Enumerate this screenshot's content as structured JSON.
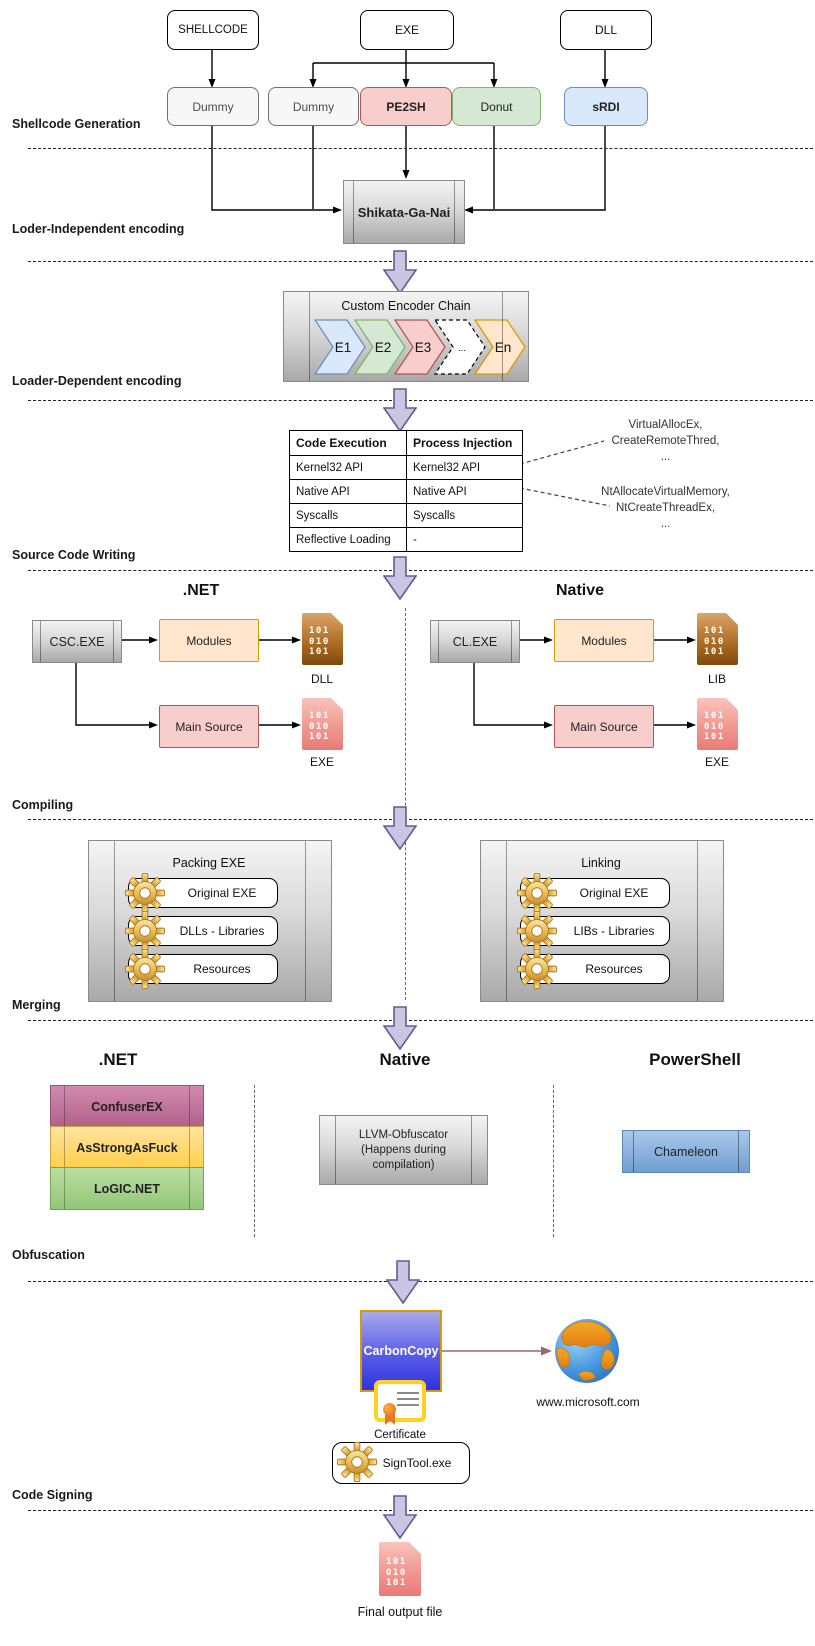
{
  "diagram": {
    "stage_labels": {
      "shellcode_generation": "Shellcode Generation",
      "loader_independent": "Loder-Independent encoding",
      "loader_dependent": "Loader-Dependent encoding",
      "source_code_writing": "Source Code Writing",
      "compiling": "Compiling",
      "merging": "Merging",
      "obfuscation": "Obfuscation",
      "code_signing": "Code Signing"
    },
    "inputs": {
      "shellcode": "SHELLCODE",
      "exe": "EXE",
      "dll": "DLL"
    },
    "shellcode_tools": {
      "dummy_shellcode": "Dummy",
      "dummy_exe": "Dummy",
      "pe2sh": "PE2SH",
      "donut": "Donut",
      "srdi": "sRDI"
    },
    "independent_encoder": "Shikata-Ga-Nai",
    "encoder_chain": {
      "title": "Custom Encoder Chain",
      "stages": [
        "E1",
        "E2",
        "E3",
        "...",
        "En"
      ]
    },
    "technique_table": {
      "headers": [
        "Code Execution",
        "Process Injection"
      ],
      "rows": [
        [
          "Kernel32 API",
          "Kernel32 API"
        ],
        [
          "Native API",
          "Native API"
        ],
        [
          "Syscalls",
          "Syscalls"
        ],
        [
          "Reflective Loading",
          "-"
        ]
      ]
    },
    "api_notes": {
      "kernel32": {
        "line1": "VirtualAllocEx,",
        "line2": "CreateRemoteThred,",
        "line3": "..."
      },
      "native": {
        "line1": "NtAllocateVirtualMemory,",
        "line2": "NtCreateThreadEx,",
        "line3": "..."
      }
    },
    "source_writing": {
      "dotnet": {
        "heading": ".NET",
        "compiler": "CSC.EXE",
        "modules": "Modules",
        "modules_output": "DLL",
        "main_source": "Main Source",
        "main_output": "EXE"
      },
      "native": {
        "heading": "Native",
        "compiler": "CL.EXE",
        "modules": "Modules",
        "modules_output": "LIB",
        "main_source": "Main Source",
        "main_output": "EXE"
      }
    },
    "binary_glyph": {
      "line1": "101",
      "line2": "010",
      "line3": "101"
    },
    "merge": {
      "packing": {
        "title": "Packing EXE",
        "items": [
          "Original EXE",
          "DLLs - Libraries",
          "Resources"
        ]
      },
      "linking": {
        "title": "Linking",
        "items": [
          "Original EXE",
          "LIBs - Libraries",
          "Resources"
        ]
      }
    },
    "obfuscators": {
      "dotnet": {
        "heading": ".NET",
        "tools": [
          "ConfuserEX",
          "AsStrongAsFuck",
          "LoGIC.NET"
        ]
      },
      "native": {
        "heading": "Native",
        "tool": "LLVM-Obfuscator (Happens during compilation)"
      },
      "powershell": {
        "heading": "PowerShell",
        "tool": "Chameleon"
      }
    },
    "signing": {
      "tool": "CarbonCopy",
      "website": "www.microsoft.com",
      "certificate": "Certificate",
      "signer": "SignTool.exe"
    },
    "final_output": "Final output file",
    "colors": {
      "pe2sh_fill": "#f8cecc",
      "pe2sh_border": "#b85450",
      "donut_fill": "#d5e8d4",
      "donut_border": "#82b366",
      "srdi_fill": "#dae8fc",
      "srdi_border": "#6c8ebf",
      "orange_fill": "#ffe6cc",
      "orange_border": "#d79b00",
      "flow_arrow_fill": "#c9c6e4",
      "flow_arrow_border": "#605d92",
      "plum_arrow": "#9a647f",
      "carboncopy_border": "#d79b00"
    }
  }
}
